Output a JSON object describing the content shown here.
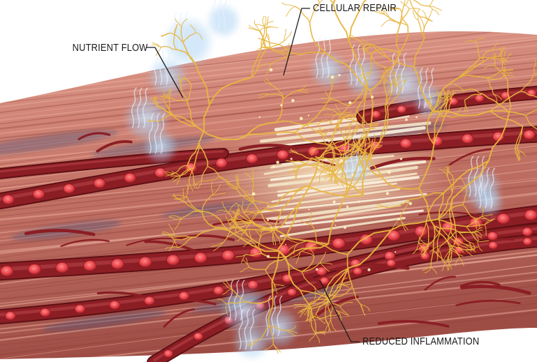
{
  "callouts": {
    "nutrient_flow": "NUTRIENT FLOW",
    "cellular_repair": "CELLULAR REPAIR",
    "reduced_inflammation": "REDUCED INFLAMMATION"
  },
  "colors": {
    "background": "#ffffff",
    "muscle_base": "#c9786c",
    "muscle_light": "#e7a999",
    "muscle_shadow": "#8e3e38",
    "vessel": "#8b1e24",
    "vessel_dark": "#5e1015",
    "blood_cell": "#e8454c",
    "repair_fibers": "#f3e6c9",
    "nerve_gold": "#e8b640",
    "nutrient_mist": "#a8d0f2",
    "callout_text": "#1a1a1a",
    "callout_line": "#1a1a1a"
  },
  "icons": {
    "scene": "muscle-tissue-illustration"
  }
}
